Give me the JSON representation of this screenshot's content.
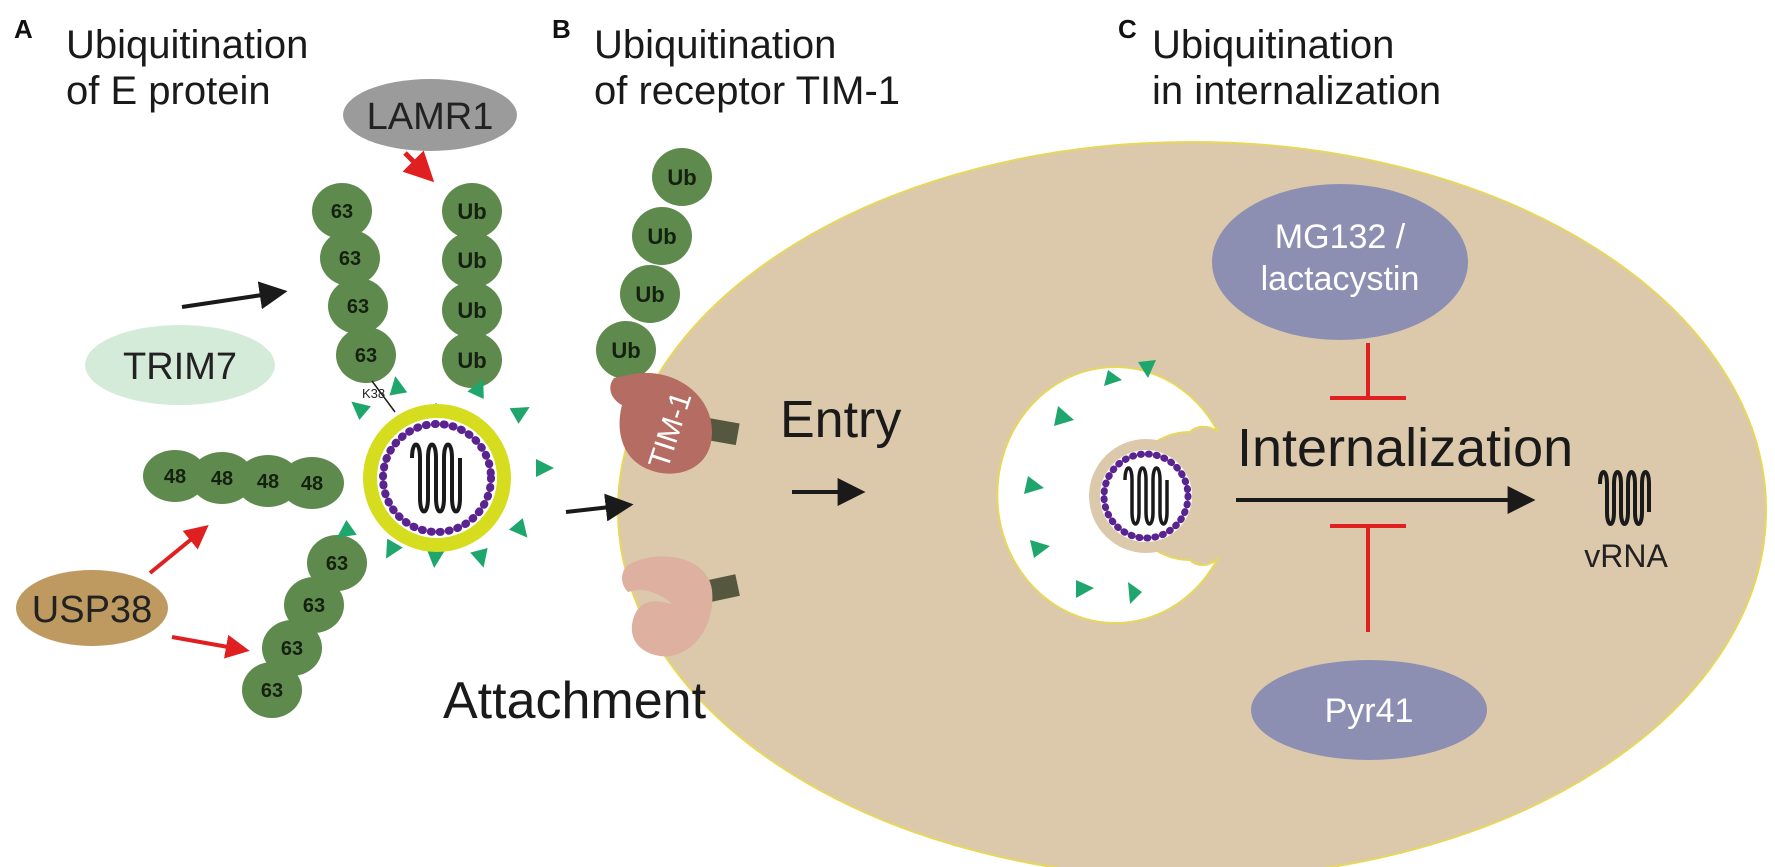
{
  "panels": {
    "a": {
      "letter": "A",
      "title_line1": "Ubiquitination",
      "title_line2": "of E protein"
    },
    "b": {
      "letter": "B",
      "title_line1": "Ubiquitination",
      "title_line2": "of receptor TIM-1"
    },
    "c": {
      "letter": "C",
      "title_line1": "Ubiquitination",
      "title_line2": "in internalization"
    }
  },
  "nodes": {
    "lamr1": "LAMR1",
    "trim7": "TRIM7",
    "usp38": "USP38",
    "tim1": "TIM-1",
    "inhibitor_top_line1": "MG132 /",
    "inhibitor_top_line2": "lactacystin",
    "inhibitor_bottom": "Pyr41"
  },
  "chains": {
    "k63_top": [
      "63",
      "63",
      "63",
      "63"
    ],
    "ub_top": [
      "Ub",
      "Ub",
      "Ub",
      "Ub"
    ],
    "k48": [
      "48",
      "48",
      "48",
      "48"
    ],
    "k63_bottom": [
      "63",
      "63",
      "63",
      "63"
    ],
    "tim1_ub": [
      "Ub",
      "Ub",
      "Ub",
      "Ub"
    ],
    "linkage_label": "K38"
  },
  "labels": {
    "entry": "Entry",
    "attachment": "Attachment",
    "internalization": "Internalization",
    "vrna": "vRNA"
  },
  "colors": {
    "ubiquitin_green": "#5f8a4e",
    "cell_fill": "#dcc9ac",
    "virus_envelope_yellow": "#d6dc1e",
    "e_protein_teal": "#1ea66c",
    "rna_membrane_purple": "#5a2390",
    "inhibitor_fill": "#8c8fb2",
    "inhibition_red": "#e02020",
    "tim1_fill": "#b56d63",
    "receptor2_fill": "#ddb09f",
    "lamr1_fill": "#9b9b9b",
    "trim7_fill": "#d5ebd9",
    "usp38_fill": "#bf9a60"
  },
  "icons": [
    "virus-particle-icon",
    "vrna-icon",
    "endosome-icon",
    "arrow-icon",
    "inhibition-bar-icon"
  ]
}
